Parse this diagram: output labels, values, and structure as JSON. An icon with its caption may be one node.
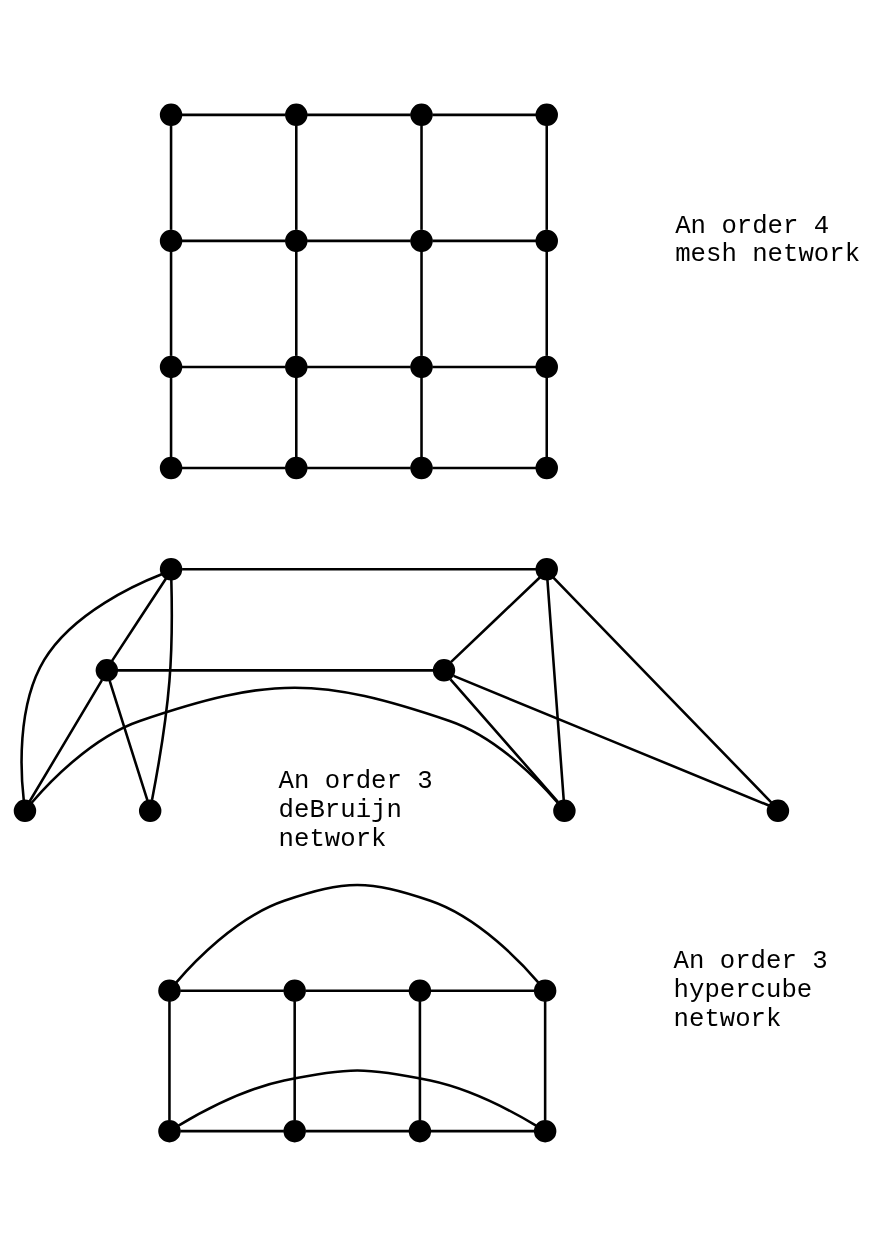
{
  "diagram": {
    "nodes": [
      {
        "text": [],
        "shape": "circle"
      },
      {
        "text": [],
        "shape": "circle"
      },
      {
        "text": [],
        "shape": "circle"
      },
      {
        "text": [],
        "shape": "circle"
      },
      {
        "text": [],
        "shape": "circle"
      },
      {
        "text": [],
        "shape": "circle"
      },
      {
        "text": [],
        "shape": "circle"
      },
      {
        "text": [],
        "shape": "circle"
      },
      {
        "text": [],
        "shape": "circle"
      },
      {
        "text": [],
        "shape": "circle"
      },
      {
        "text": [],
        "shape": "circle"
      },
      {
        "text": [],
        "shape": "circle"
      },
      {
        "text": [],
        "shape": "circle"
      },
      {
        "text": [],
        "shape": "circle"
      },
      {
        "text": [],
        "shape": "circle"
      },
      {
        "text": [],
        "shape": "circle"
      },
      {
        "text": [],
        "shape": "circle"
      },
      {
        "text": [],
        "shape": "circle"
      },
      {
        "text": [],
        "shape": "circle"
      },
      {
        "text": [],
        "shape": "circle"
      },
      {
        "text": [],
        "shape": "circle"
      },
      {
        "text": [],
        "shape": "circle"
      },
      {
        "text": [],
        "shape": "circle"
      },
      {
        "text": [],
        "shape": "circle"
      },
      {
        "text": [],
        "shape": "circle"
      },
      {
        "text": [],
        "shape": "circle"
      },
      {
        "text": [],
        "shape": "circle"
      },
      {
        "text": [],
        "shape": "circle"
      },
      {
        "text": [],
        "shape": "circle"
      },
      {
        "text": [],
        "shape": "circle"
      },
      {
        "text": [],
        "shape": "circle"
      },
      {
        "text": [],
        "shape": "circle"
      }
    ],
    "edges": [
      {
        "from": 0,
        "to": 1,
        "arrow": "none"
      },
      {
        "from": 1,
        "to": 2,
        "arrow": "none"
      },
      {
        "from": 2,
        "to": 3,
        "arrow": "none"
      },
      {
        "from": 4,
        "to": 5,
        "arrow": "none"
      },
      {
        "from": 5,
        "to": 6,
        "arrow": "none"
      },
      {
        "from": 6,
        "to": 7,
        "arrow": "none"
      },
      {
        "from": 8,
        "to": 9,
        "arrow": "none"
      },
      {
        "from": 9,
        "to": 10,
        "arrow": "none"
      },
      {
        "from": 10,
        "to": 11,
        "arrow": "none"
      },
      {
        "from": 12,
        "to": 13,
        "arrow": "none"
      },
      {
        "from": 13,
        "to": 14,
        "arrow": "none"
      },
      {
        "from": 14,
        "to": 15,
        "arrow": "none"
      },
      {
        "from": 0,
        "to": 4,
        "arrow": "none"
      },
      {
        "from": 4,
        "to": 8,
        "arrow": "none"
      },
      {
        "from": 8,
        "to": 12,
        "arrow": "none"
      },
      {
        "from": 1,
        "to": 5,
        "arrow": "none"
      },
      {
        "from": 5,
        "to": 9,
        "arrow": "none"
      },
      {
        "from": 9,
        "to": 13,
        "arrow": "none"
      },
      {
        "from": 2,
        "to": 6,
        "arrow": "none"
      },
      {
        "from": 6,
        "to": 10,
        "arrow": "none"
      },
      {
        "from": 10,
        "to": 14,
        "arrow": "none"
      },
      {
        "from": 3,
        "to": 7,
        "arrow": "none"
      },
      {
        "from": 7,
        "to": 11,
        "arrow": "none"
      },
      {
        "from": 11,
        "to": 15,
        "arrow": "none"
      },
      {
        "from": 16,
        "to": 17,
        "arrow": "none"
      },
      {
        "from": 16,
        "to": 18,
        "arrow": "none"
      },
      {
        "from": 17,
        "to": 18,
        "arrow": "none"
      },
      {
        "from": 17,
        "to": 19,
        "arrow": "none"
      },
      {
        "from": 18,
        "to": 19,
        "arrow": "none"
      },
      {
        "from": 19,
        "to": 20,
        "arrow": "none"
      },
      {
        "from": 17,
        "to": 21,
        "arrow": "none"
      },
      {
        "from": 18,
        "to": 22,
        "arrow": "none"
      },
      {
        "from": 20,
        "to": 21,
        "arrow": "none"
      },
      {
        "from": 20,
        "to": 22,
        "arrow": "none"
      },
      {
        "from": 21,
        "to": 22,
        "arrow": "none"
      },
      {
        "from": 21,
        "to": 23,
        "arrow": "none"
      },
      {
        "from": 22,
        "to": 23,
        "arrow": "none"
      },
      {
        "from": 24,
        "to": 25,
        "arrow": "none"
      },
      {
        "from": 26,
        "to": 27,
        "arrow": "none"
      },
      {
        "from": 28,
        "to": 29,
        "arrow": "none"
      },
      {
        "from": 30,
        "to": 31,
        "arrow": "none"
      },
      {
        "from": 24,
        "to": 28,
        "arrow": "none"
      },
      {
        "from": 25,
        "to": 29,
        "arrow": "none"
      },
      {
        "from": 26,
        "to": 30,
        "arrow": "none"
      },
      {
        "from": 27,
        "to": 31,
        "arrow": "none"
      },
      {
        "from": 24,
        "to": 27,
        "arrow": "none"
      },
      {
        "from": 28,
        "to": 31,
        "arrow": "none"
      },
      {
        "from": 25,
        "to": 26,
        "arrow": "none"
      },
      {
        "from": 29,
        "to": 30,
        "arrow": "none"
      }
    ],
    "labels": [
      "An order 4 mesh network",
      "An order 3 deBruijn network",
      "An order 3 hypercube network"
    ]
  }
}
